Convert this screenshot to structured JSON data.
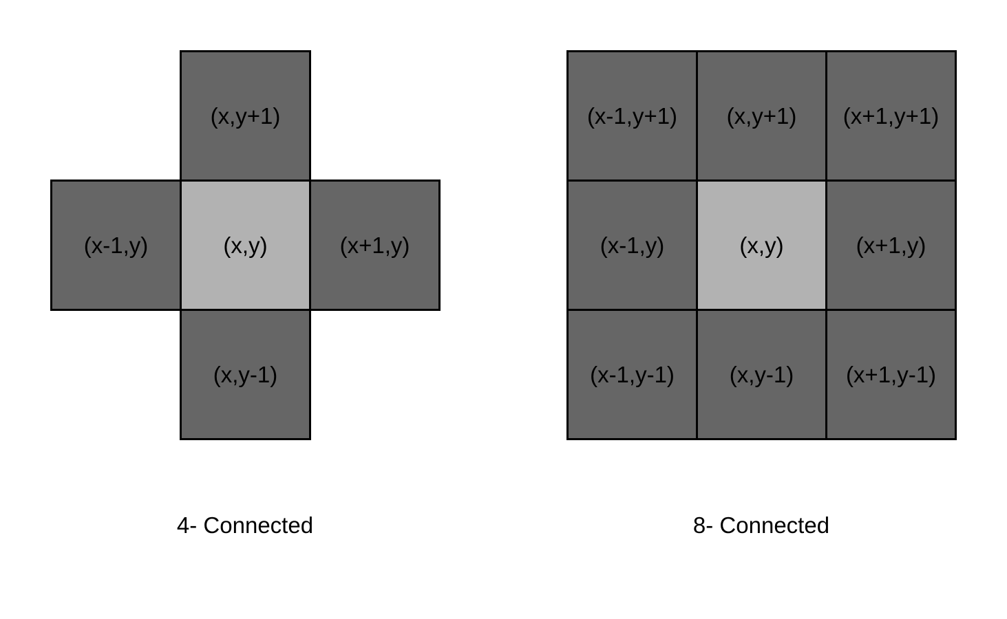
{
  "colors": {
    "neighbor_fill": "#666666",
    "center_fill": "#b2b2b2",
    "border": "#000000",
    "background": "#ffffff"
  },
  "four_connected": {
    "caption": "4- Connected",
    "cells": {
      "top": "(x,y+1)",
      "left": "(x-1,y)",
      "center": "(x,y)",
      "right": "(x+1,y)",
      "bottom": "(x,y-1)"
    }
  },
  "eight_connected": {
    "caption": "8- Connected",
    "cells": {
      "top_left": "(x-1,y+1)",
      "top": "(x,y+1)",
      "top_right": "(x+1,y+1)",
      "left": "(x-1,y)",
      "center": "(x,y)",
      "right": "(x+1,y)",
      "bottom_left": "(x-1,y-1)",
      "bottom": "(x,y-1)",
      "bottom_right": "(x+1,y-1)"
    }
  }
}
